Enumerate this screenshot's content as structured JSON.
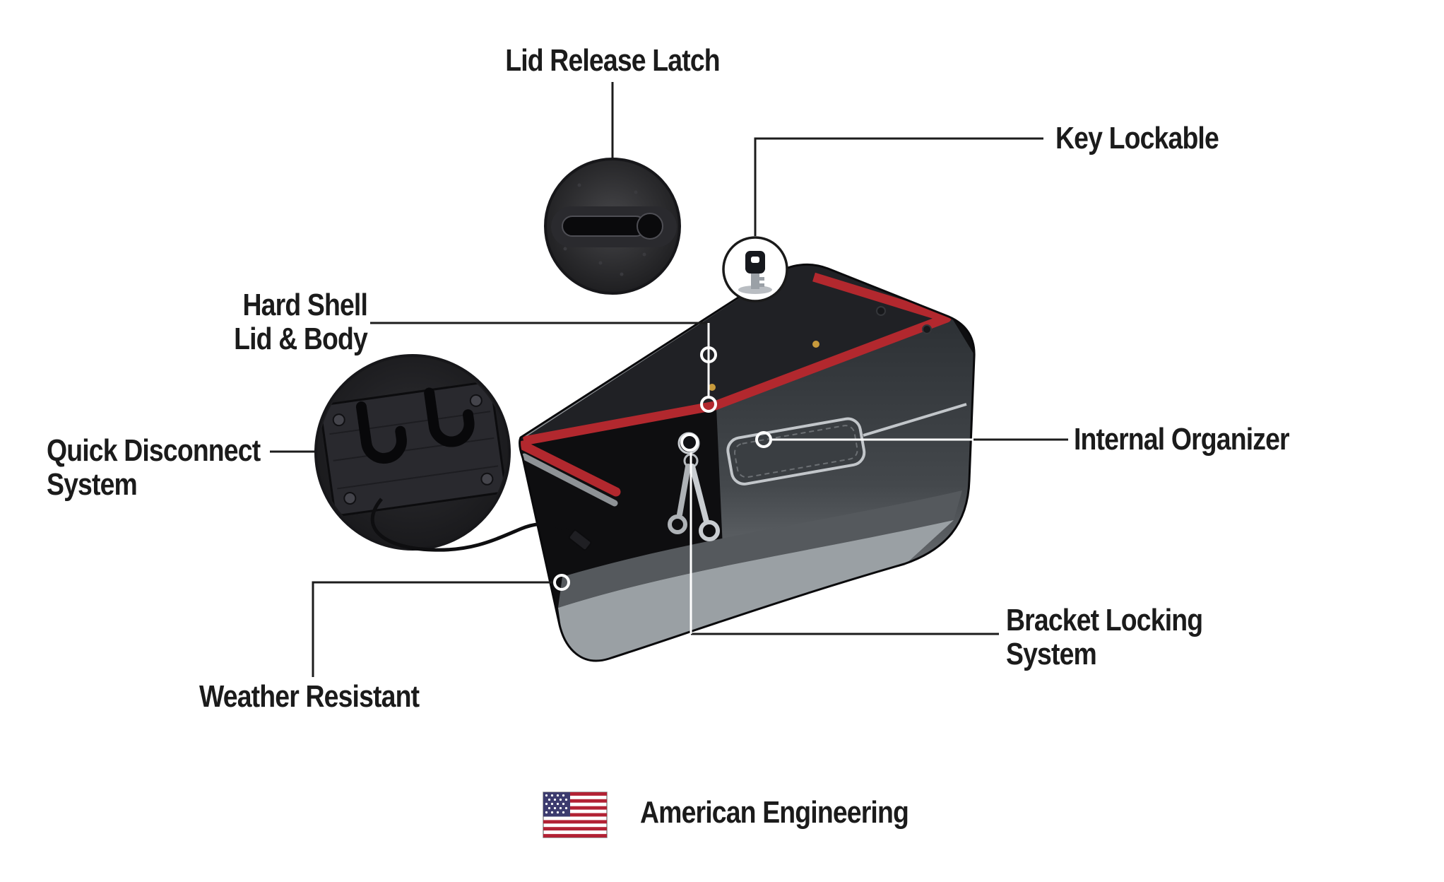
{
  "diagram": {
    "title": "Saddlebag feature callout diagram",
    "background": "#ffffff",
    "accent_red": "#b2282e",
    "labels": {
      "lid_release_latch": "Lid Release Latch",
      "key_lockable": "Key Lockable",
      "hard_shell_line1": "Hard Shell",
      "hard_shell_line2": "Lid & Body",
      "quick_disconnect_line1": "Quick Disconnect",
      "quick_disconnect_line2": "System",
      "internal_organizer": "Internal Organizer",
      "bracket_locking_line1": "Bracket Locking",
      "bracket_locking_line2": "System",
      "weather_resistant": "Weather Resistant",
      "american_engineering": "American Engineering"
    },
    "icons": {
      "lid_latch_inset": "magnified view of lid release latch",
      "key_icon": "key inside circle",
      "quick_disconnect_inset": "magnified view of quick disconnect mounting plate",
      "keys_on_lock": "keys hanging from barrel lock",
      "us_flag_icon": "flag of the United States"
    },
    "flag_colors": {
      "red": "#b22234",
      "blue": "#3c3b6e",
      "white": "#ffffff"
    }
  }
}
